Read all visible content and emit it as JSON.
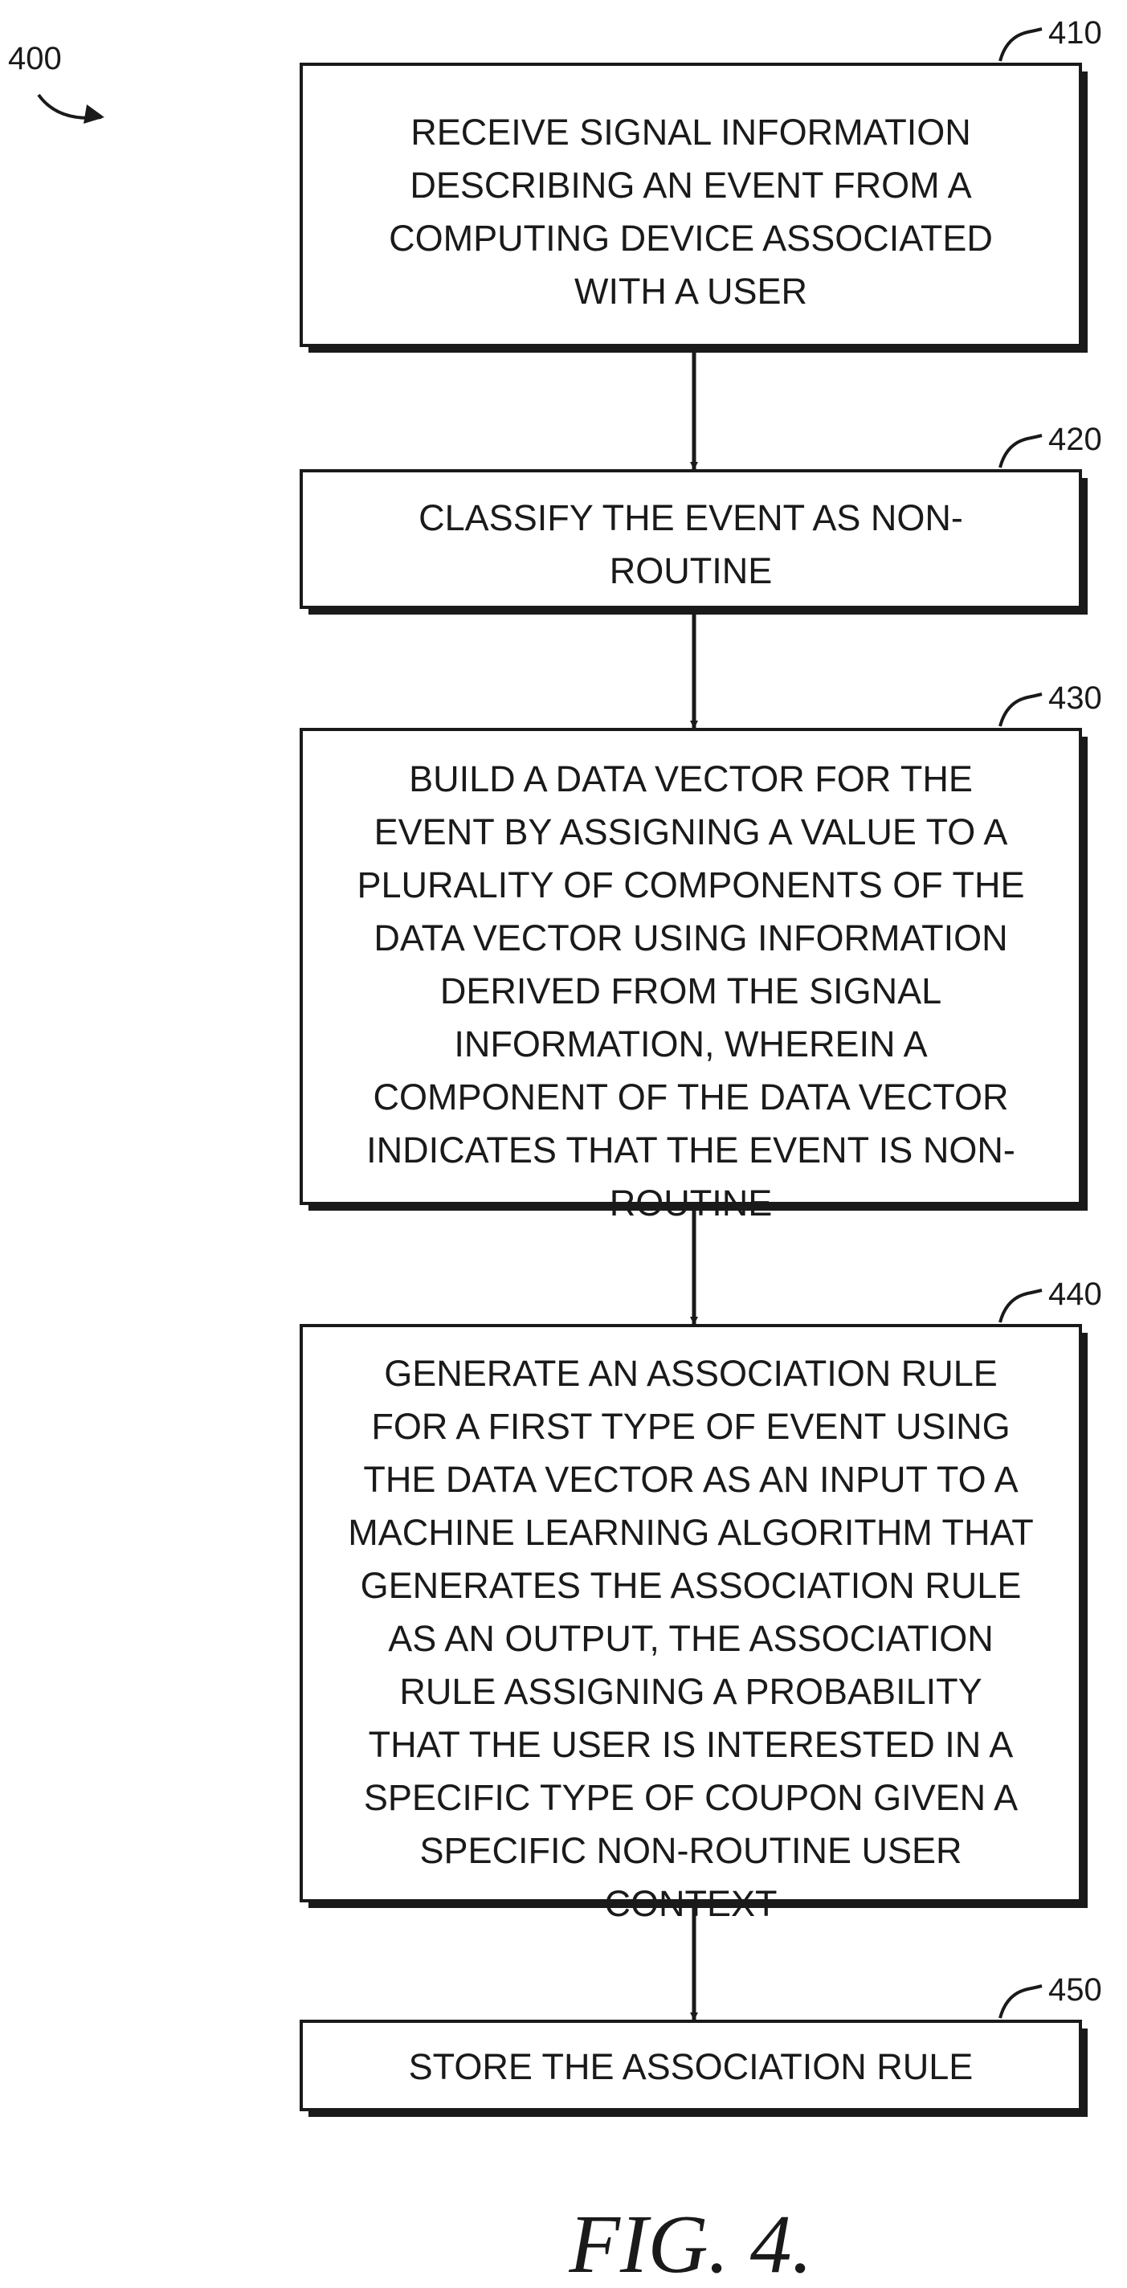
{
  "figure": {
    "number_label": "400",
    "caption": "FIG. 4."
  },
  "steps": [
    {
      "ref": "410",
      "lines": [
        "RECEIVE SIGNAL INFORMATION",
        "DESCRIBING AN EVENT FROM A",
        "COMPUTING DEVICE ASSOCIATED",
        "WITH A USER"
      ]
    },
    {
      "ref": "420",
      "lines": [
        "CLASSIFY THE EVENT AS NON-",
        "ROUTINE"
      ]
    },
    {
      "ref": "430",
      "lines": [
        "BUILD A DATA VECTOR FOR THE",
        "EVENT BY ASSIGNING A VALUE TO A",
        "PLURALITY OF COMPONENTS OF THE",
        "DATA VECTOR USING INFORMATION",
        "DERIVED FROM THE SIGNAL",
        "INFORMATION, WHEREIN A",
        "COMPONENT OF THE DATA VECTOR",
        "INDICATES THAT THE EVENT IS NON-",
        "ROUTINE"
      ]
    },
    {
      "ref": "440",
      "lines": [
        "GENERATE AN ASSOCIATION RULE",
        "FOR A FIRST TYPE OF EVENT USING",
        "THE DATA VECTOR AS AN INPUT TO A",
        "MACHINE LEARNING ALGORITHM THAT",
        "GENERATES THE ASSOCIATION RULE",
        "AS AN OUTPUT, THE ASSOCIATION",
        "RULE ASSIGNING A PROBABILITY",
        "THAT THE USER IS INTERESTED IN A",
        "SPECIFIC TYPE OF COUPON GIVEN A",
        "SPECIFIC NON-ROUTINE USER",
        "CONTEXT"
      ]
    },
    {
      "ref": "450",
      "lines": [
        "STORE THE ASSOCIATION RULE"
      ]
    }
  ]
}
